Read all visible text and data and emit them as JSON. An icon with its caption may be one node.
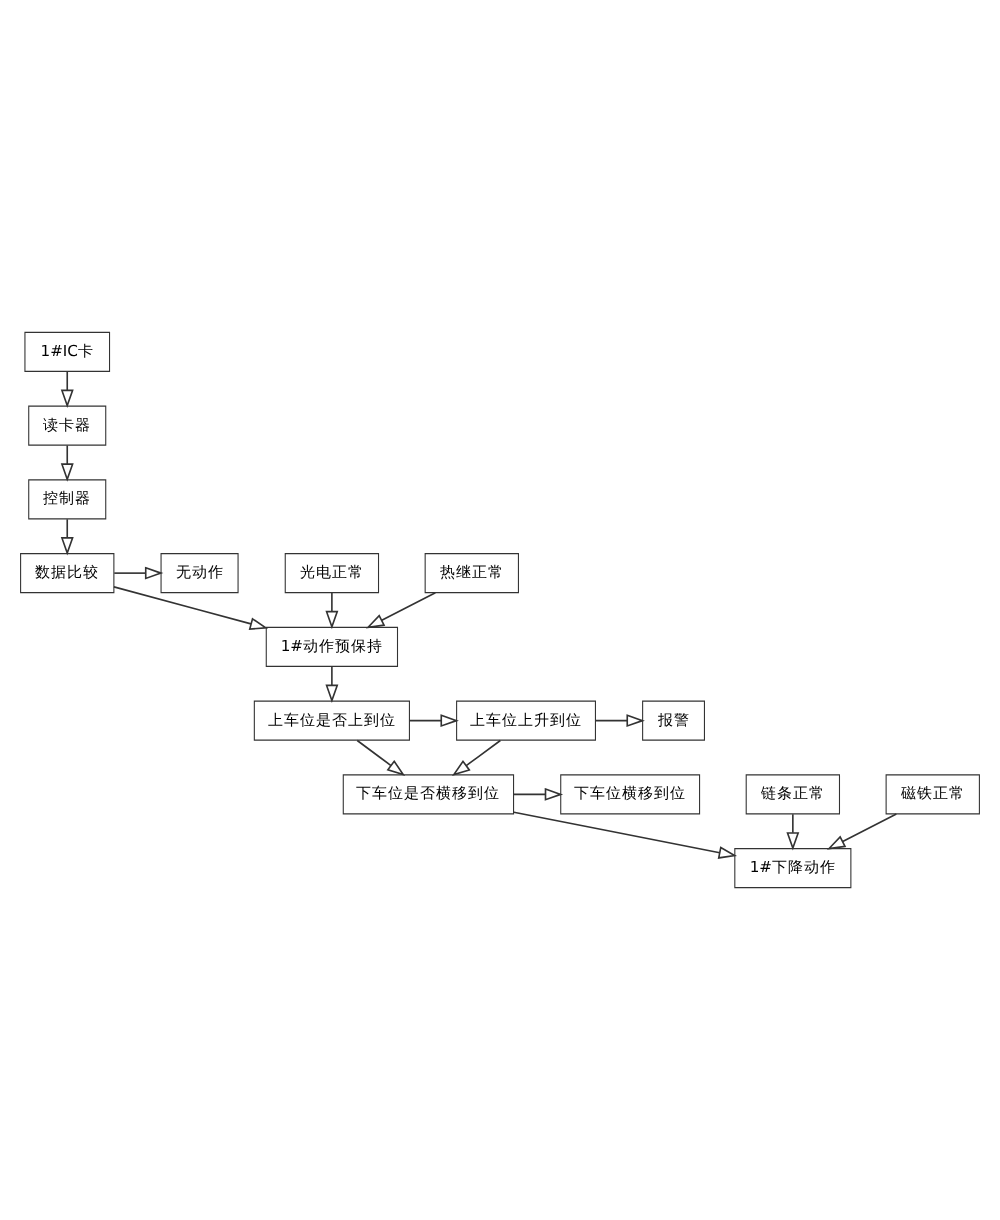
{
  "diagram": {
    "nodes": [
      {
        "text": [
          "1#IC卡"
        ]
      },
      {
        "text": [
          "读卡器"
        ]
      },
      {
        "text": [
          "控制器"
        ]
      },
      {
        "text": [
          "数据比较"
        ]
      },
      {
        "text": [
          "无动作"
        ]
      },
      {
        "text": [
          "光电正常"
        ]
      },
      {
        "text": [
          "热继正常"
        ]
      },
      {
        "text": [
          "1#动作预保持"
        ]
      },
      {
        "text": [
          "上车位是否上到位"
        ]
      },
      {
        "text": [
          "上车位上升到位"
        ]
      },
      {
        "text": [
          "报警"
        ]
      },
      {
        "text": [
          "下车位是否横移到位"
        ]
      },
      {
        "text": [
          "下车位横移到位"
        ]
      },
      {
        "text": [
          "链条正常"
        ]
      },
      {
        "text": [
          "磁铁正常"
        ]
      },
      {
        "text": [
          "1#下降动作"
        ]
      }
    ],
    "edges": [
      {
        "from": 0,
        "to": 1,
        "arrow": "to"
      },
      {
        "from": 1,
        "to": 2,
        "arrow": "to"
      },
      {
        "from": 2,
        "to": 3,
        "arrow": "to"
      },
      {
        "from": 3,
        "to": 4,
        "arrow": "to"
      },
      {
        "from": 3,
        "to": 7,
        "arrow": "to"
      },
      {
        "from": 5,
        "to": 7,
        "arrow": "to"
      },
      {
        "from": 6,
        "to": 7,
        "arrow": "to"
      },
      {
        "from": 7,
        "to": 8,
        "arrow": "to"
      },
      {
        "from": 8,
        "to": 9,
        "arrow": "to"
      },
      {
        "from": 9,
        "to": 10,
        "arrow": "to"
      },
      {
        "from": 8,
        "to": 11,
        "arrow": "to"
      },
      {
        "from": 9,
        "to": 11,
        "arrow": "to"
      },
      {
        "from": 11,
        "to": 12,
        "arrow": "to"
      },
      {
        "from": 11,
        "to": 15,
        "arrow": "to"
      },
      {
        "from": 13,
        "to": 15,
        "arrow": "to"
      },
      {
        "from": 14,
        "to": 15,
        "arrow": "to"
      }
    ]
  }
}
